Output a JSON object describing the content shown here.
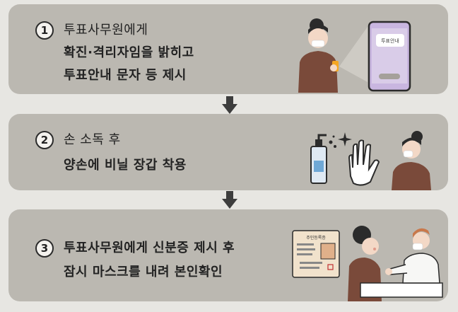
{
  "steps": [
    {
      "number": "1",
      "lines": [
        "투표사무원에게",
        "확진·격리자임을 밝히고",
        "투표안내 문자 등 제시"
      ],
      "phone_text": "투표안내"
    },
    {
      "number": "2",
      "lines": [
        "손 소독 후",
        "양손에 비닐 장갑 착용"
      ]
    },
    {
      "number": "3",
      "lines": [
        "투표사무원에게 신분증 제시 후",
        "잠시 마스크를 내려 본인확인"
      ],
      "id_card_title": "주민등록증"
    }
  ],
  "colors": {
    "background": "#e7e6e2",
    "card": "#bbb8b1",
    "arrow": "#3d3d3d",
    "sweater": "#7a4a3a",
    "phone": "#c9b6e0"
  }
}
